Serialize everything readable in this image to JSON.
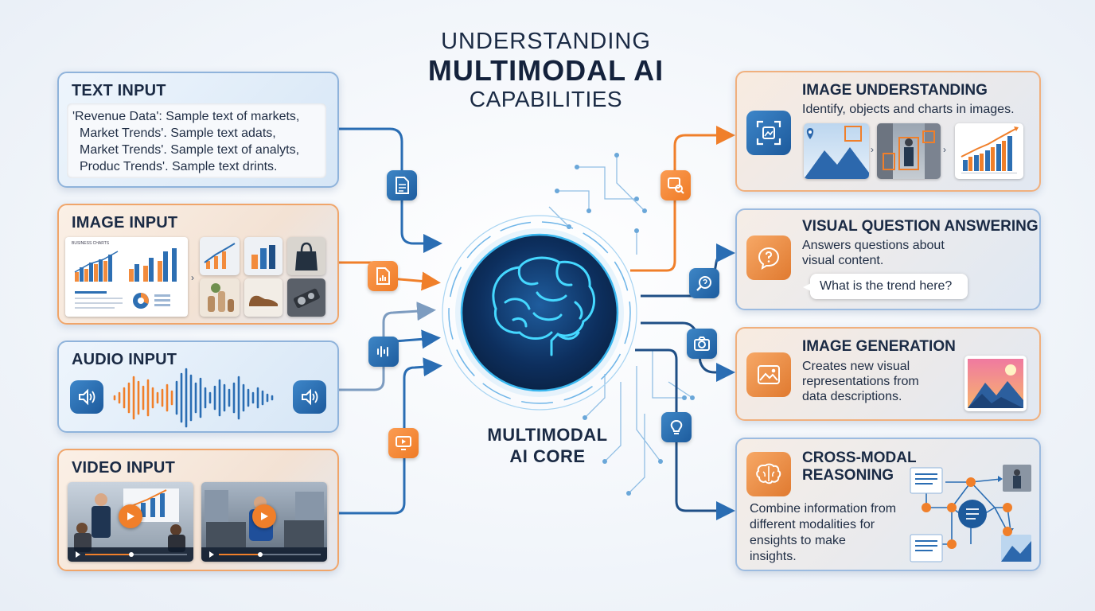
{
  "title": {
    "line1": "UNDERSTANDING",
    "line2": "MULTIMODAL AI",
    "line3": "CAPABILITIES"
  },
  "core": {
    "label_line1": "MULTIMODAL",
    "label_line2": "AI CORE"
  },
  "inputs": {
    "text": {
      "title": "TEXT INPUT",
      "lines": [
        "'Revenue Data': Sample text of markets,",
        "Market Trends'. Sample text adats,",
        "Market Trends'. Sample text of analyts,",
        "Produc Trends'. Sample text drints."
      ]
    },
    "image": {
      "title": "IMAGE INPUT",
      "chart_caption": "BUSINESS CHARTS"
    },
    "audio": {
      "title": "AUDIO INPUT"
    },
    "video": {
      "title": "VIDEO INPUT"
    }
  },
  "capabilities": {
    "image_understanding": {
      "title": "IMAGE UNDERSTANDING",
      "desc": "Identify, objects and charts in images."
    },
    "vqa": {
      "title": "VISUAL QUESTION ANSWERING",
      "desc_line1": "Answers questions about",
      "desc_line2": "visual content.",
      "bubble": "What is the trend here?"
    },
    "image_generation": {
      "title": "IMAGE GENERATION",
      "desc_line1": "Creates new visual",
      "desc_line2": "representations from",
      "desc_line3": "data descriptions."
    },
    "cross_modal": {
      "title_line1": "CROSS-MODAL",
      "title_line2": "REASONING",
      "desc_line1": "Combine information from",
      "desc_line2": "different modalities for",
      "desc_line3": "ensights to make",
      "desc_line4": "insights."
    }
  },
  "colors": {
    "navy": "#1a2a44",
    "blue": "#2a6db3",
    "orange": "#f07f2a",
    "glow": "#38d3ff"
  },
  "icons": [
    "document-icon",
    "chart-file-icon",
    "audio-wave-icon",
    "video-play-icon",
    "scan-image-icon",
    "question-bubble-icon",
    "image-icon",
    "brain-icon",
    "search-icon",
    "camera-icon",
    "lightbulb-icon",
    "chat-search-icon",
    "speaker-icon"
  ]
}
